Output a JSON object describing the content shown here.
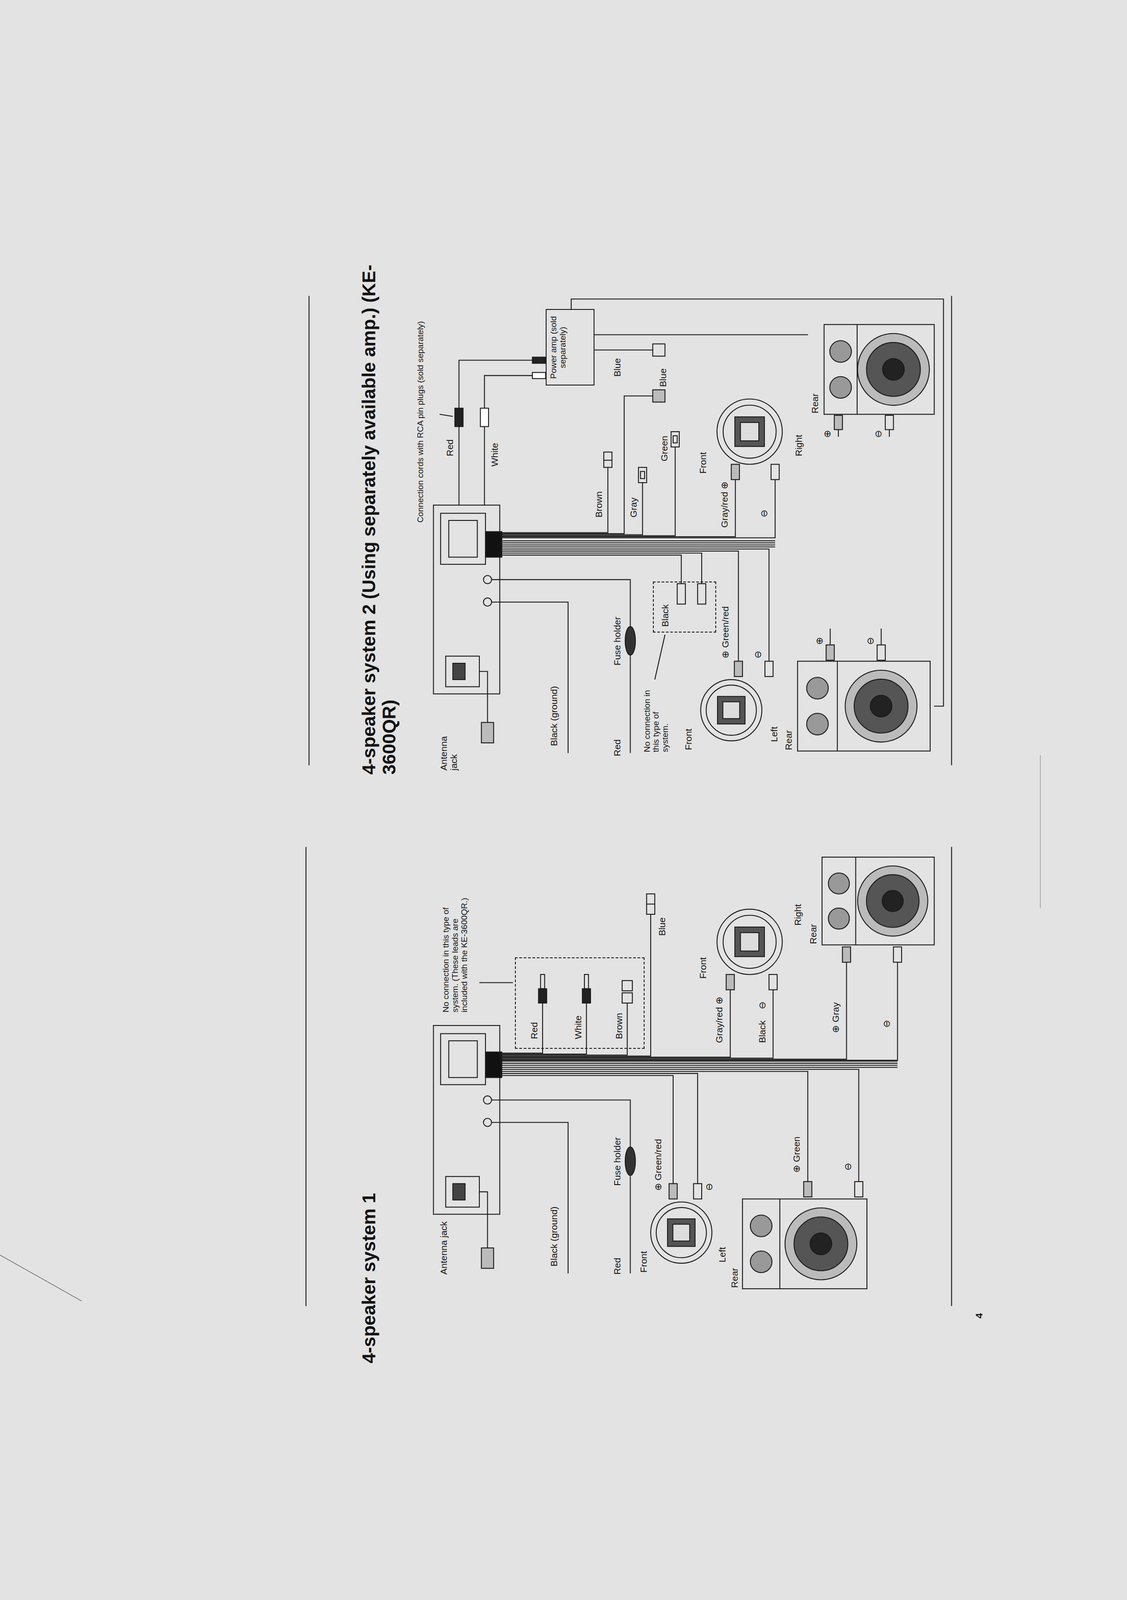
{
  "diagram": {
    "nodes": [
      {
        "text": [
          "Red",
          "White",
          "Brown"
        ]
      },
      {
        "text": [
          "Front"
        ]
      },
      {
        "text": [
          "Rear"
        ]
      },
      {
        "text": [
          "Front"
        ]
      },
      {
        "text": [
          "Rear"
        ]
      },
      {
        "text": [
          "Black"
        ]
      },
      {
        "text": [
          "Power amp (sold separately)"
        ]
      },
      {
        "text": [
          "Front"
        ]
      },
      {
        "text": [
          "Rear"
        ]
      },
      {
        "text": [
          "Front"
        ]
      },
      {
        "text": [
          "Rear"
        ]
      }
    ],
    "edges": [
      {
        "from": 6,
        "to": 8,
        "arrow": "none"
      },
      {
        "from": 6,
        "to": 10,
        "arrow": "none"
      }
    ],
    "labels": [
      "4-speaker system 1",
      "Antenna jack",
      "Black (ground)",
      "Red",
      "Fuse holder",
      "No connection in this type of system. (These leads are included with the KE-3600QR.)",
      "⊕ Green/red",
      "⊖",
      "Left",
      "⊕ Green",
      "⊖",
      "Blue",
      "Gray/red ⊕",
      "Black",
      "⊖",
      "Right",
      "⊕ Gray",
      "⊖",
      "4-speaker system 2 (Using separately available amp.) (KE-3600QR)",
      "Connection cords with RCA pin plugs (sold separately)",
      "Red",
      "White",
      "Antenna jack",
      "Black (ground)",
      "Red",
      "Fuse holder",
      "No connection in this type of system.",
      "⊕ Green/red",
      "⊖",
      "Left",
      "⊕",
      "⊖",
      "Brown",
      "Blue",
      "Gray",
      "Green",
      "Blue",
      "Gray/red ⊕",
      "⊖",
      "Right",
      "⊕",
      "⊖",
      "4"
    ]
  }
}
